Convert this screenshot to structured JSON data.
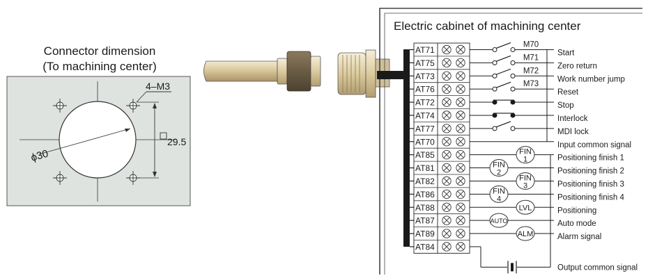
{
  "connector": {
    "title_line1": "Connector dimension",
    "title_line2": "(To machining center)",
    "hole_label": "4–M3",
    "diameter_label": "ϕ30",
    "square_label": "29.5",
    "colors": {
      "plate": "#dfe3e0",
      "outline": "#333333"
    }
  },
  "cabinet": {
    "title": "Electric cabinet of machining center",
    "colors": {
      "bus": "#1a1a1a",
      "terminal_fill": "#ffffff"
    }
  },
  "terminals": [
    {
      "id": "AT71",
      "signal": "Start",
      "device": "M70",
      "type": "switch-no"
    },
    {
      "id": "AT75",
      "signal": "Zero return",
      "device": "M71",
      "type": "switch-no"
    },
    {
      "id": "AT73",
      "signal": "Work number jump",
      "device": "M72",
      "type": "switch-no"
    },
    {
      "id": "AT76",
      "signal": "Reset",
      "device": "M73",
      "type": "switch-no"
    },
    {
      "id": "AT72",
      "signal": "Stop",
      "device": "",
      "type": "switch-nc"
    },
    {
      "id": "AT74",
      "signal": "Interlock",
      "device": "",
      "type": "switch-nc"
    },
    {
      "id": "AT77",
      "signal": "MDI lock",
      "device": "",
      "type": "switch-no"
    },
    {
      "id": "AT70",
      "signal": "Input common signal",
      "device": "",
      "type": "common"
    },
    {
      "id": "AT85",
      "signal": "Positioning finish 1",
      "device": "FIN 1",
      "type": "lamp-far"
    },
    {
      "id": "AT81",
      "signal": "Positioning finish 2",
      "device": "FIN 2",
      "type": "lamp-near"
    },
    {
      "id": "AT82",
      "signal": "Positioning finish 3",
      "device": "FIN 3",
      "type": "lamp-far"
    },
    {
      "id": "AT86",
      "signal": "Positioning finish 4",
      "device": "FIN 4",
      "type": "lamp-near"
    },
    {
      "id": "AT88",
      "signal": "Positioning",
      "device": "LVL",
      "type": "lamp-far"
    },
    {
      "id": "AT87",
      "signal": "Auto mode",
      "device": "AUTO",
      "type": "lamp-near"
    },
    {
      "id": "AT89",
      "signal": "Alarm signal",
      "device": "ALM",
      "type": "lamp-far"
    },
    {
      "id": "AT84",
      "signal": "Output common signal",
      "device": "",
      "type": "battery"
    }
  ]
}
